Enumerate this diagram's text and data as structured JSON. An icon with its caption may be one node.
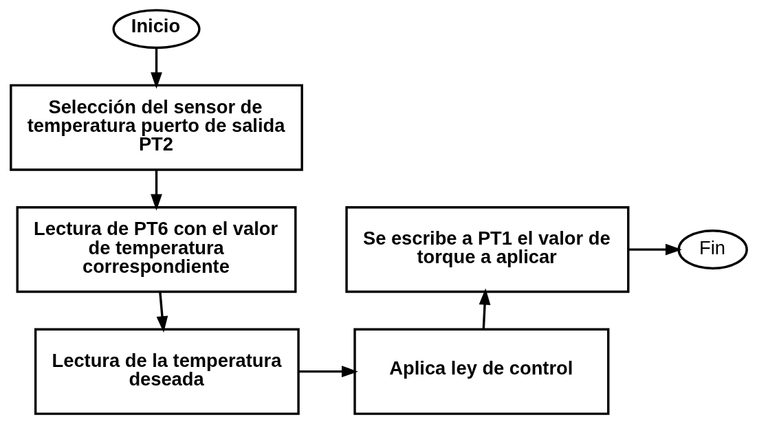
{
  "diagram": {
    "nodes": [
      {
        "text": [
          "Inicio"
        ]
      },
      {
        "text": [
          "Selección del sensor de temperatura puerto de salida PT2"
        ]
      },
      {
        "text": [
          "Lectura de PT6 con el valor de temperatura correspondiente"
        ]
      },
      {
        "text": [
          "Lectura de la temperatura deseada"
        ]
      },
      {
        "text": [
          "Aplica ley de control"
        ]
      },
      {
        "text": [
          "Se escribe a PT1 el valor de torque a aplicar"
        ]
      },
      {
        "text": [
          "Fin"
        ]
      }
    ],
    "edges": [
      {
        "from": 0,
        "to": 1,
        "arrow": "to"
      },
      {
        "from": 1,
        "to": 2,
        "arrow": "to"
      },
      {
        "from": 2,
        "to": 3,
        "arrow": "to"
      },
      {
        "from": 3,
        "to": 4,
        "arrow": "to"
      },
      {
        "from": 4,
        "to": 5,
        "arrow": "to"
      },
      {
        "from": 5,
        "to": 6,
        "arrow": "to"
      }
    ]
  }
}
